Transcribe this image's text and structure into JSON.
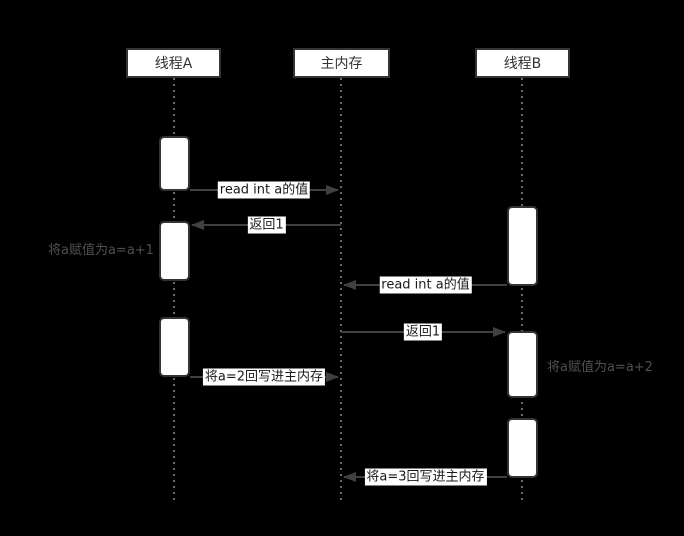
{
  "actors": [
    {
      "id": "thread-a",
      "label": "线程A"
    },
    {
      "id": "main-memory",
      "label": "主内存"
    },
    {
      "id": "thread-b",
      "label": "线程B"
    }
  ],
  "messages": [
    {
      "label": "read int a的值",
      "from": "线程A",
      "to": "主内存",
      "direction": "right"
    },
    {
      "label": "返回1",
      "from": "主内存",
      "to": "线程A",
      "direction": "left"
    },
    {
      "label": "read int a的值",
      "from": "线程B",
      "to": "主内存",
      "direction": "left"
    },
    {
      "label": "返回1",
      "from": "主内存",
      "to": "线程B",
      "direction": "right"
    },
    {
      "label": "将a=2回写进主内存",
      "from": "线程A",
      "to": "主内存",
      "direction": "right"
    },
    {
      "label": "将a=3回写进主内存",
      "from": "线程B",
      "to": "主内存",
      "direction": "left"
    }
  ],
  "notes": [
    {
      "label": "将a赋值为a=a+1",
      "attached_to": "线程A"
    },
    {
      "label": "将a赋值为a=a+2",
      "attached_to": "线程B"
    }
  ],
  "colors": {
    "background": "#000000",
    "box_fill": "#ffffff",
    "box_border": "#333333",
    "arrow": "#404040",
    "lifeline": "#6b6b6b",
    "message_text": "#1a1a1a",
    "note_text": "#4f4f4f"
  }
}
